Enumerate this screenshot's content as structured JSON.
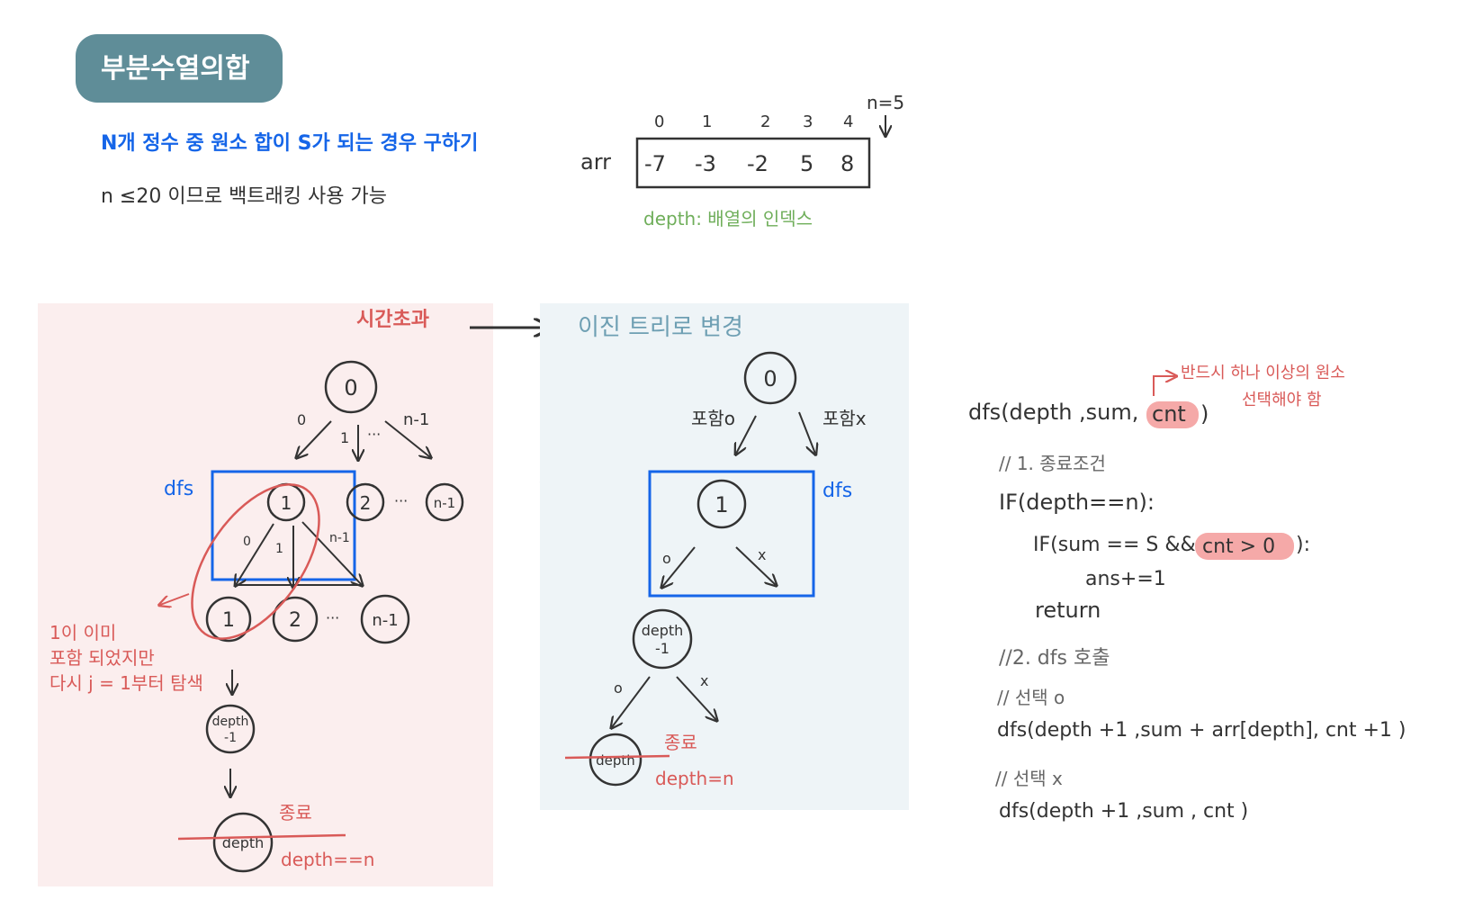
{
  "title": "부분수열의합",
  "header": {
    "problem": "N개 정수 중 원소 합이 S가 되는 경우 구하기",
    "constraint": "n ≤20  이므로  백트래킹 사용 가능"
  },
  "array": {
    "name": "arr",
    "indices": [
      "0",
      "1",
      "2",
      "3",
      "4"
    ],
    "values": [
      "-7",
      "-3",
      "-2",
      "5",
      "8"
    ],
    "n_note": "n=5",
    "depth_note": "depth: 배열의 인덱스"
  },
  "left_panel": {
    "heading": "시간초과",
    "dfs_label": "dfs",
    "root": "0",
    "edge_first": "0",
    "edge_mid": "1",
    "edge_last": "n-1",
    "level1": [
      "1",
      "2",
      "n-1"
    ],
    "ellipsis": "···",
    "sub_edge_first": "0",
    "sub_edge_mid": "1",
    "sub_edge_last": "n-1",
    "level2": [
      "1",
      "2",
      "n-1"
    ],
    "note_lines": [
      "1이 이미",
      "포함 되었지만",
      "다시 j = 1부터 탐색"
    ],
    "deep_node": [
      "depth",
      "-1"
    ],
    "end_node": "depth",
    "end_label": "종료",
    "end_cond": "depth==n"
  },
  "right_panel": {
    "heading": "이진 트리로 변경",
    "dfs_label": "dfs",
    "root": "0",
    "include": "포함o",
    "exclude": "포함x",
    "level1": "1",
    "edge_o": "o",
    "edge_x": "x",
    "deep_node": [
      "depth",
      "-1"
    ],
    "edge2_o": "o",
    "edge2_x": "x",
    "end_node": "depth",
    "end_label": "종료",
    "end_cond": "depth=n"
  },
  "code": {
    "signature_pre": "dfs(depth ,sum,",
    "signature_cnt": "cnt",
    "signature_post": ")",
    "cnt_note_1": "반드시 하나 이상의 원소",
    "cnt_note_2": "선택해야 함",
    "comment1": "// 1. 종료조건",
    "if1": "IF(depth==n):",
    "if2_pre": "IF(sum == S &&",
    "if2_cond": "cnt > 0",
    "if2_post": "):",
    "ans": "ans+=1",
    "ret": "return",
    "comment2": "//2. dfs 호출",
    "comment_sel_o": "// 선택 o",
    "call1": "dfs(depth +1 ,sum + arr[depth], cnt +1 )",
    "comment_sel_x": "// 선택 x",
    "call2": "dfs(depth +1 ,sum , cnt )"
  },
  "colors": {
    "title_bg": "#5f8d98",
    "blue": "#1565e8",
    "red": "#d95a58",
    "green": "#6fae5a",
    "teal": "#6e9fb3",
    "ink": "#333333",
    "left_bg": "#fbeeee",
    "right_bg": "#eef4f7",
    "highlight": "#f5a9a8"
  }
}
